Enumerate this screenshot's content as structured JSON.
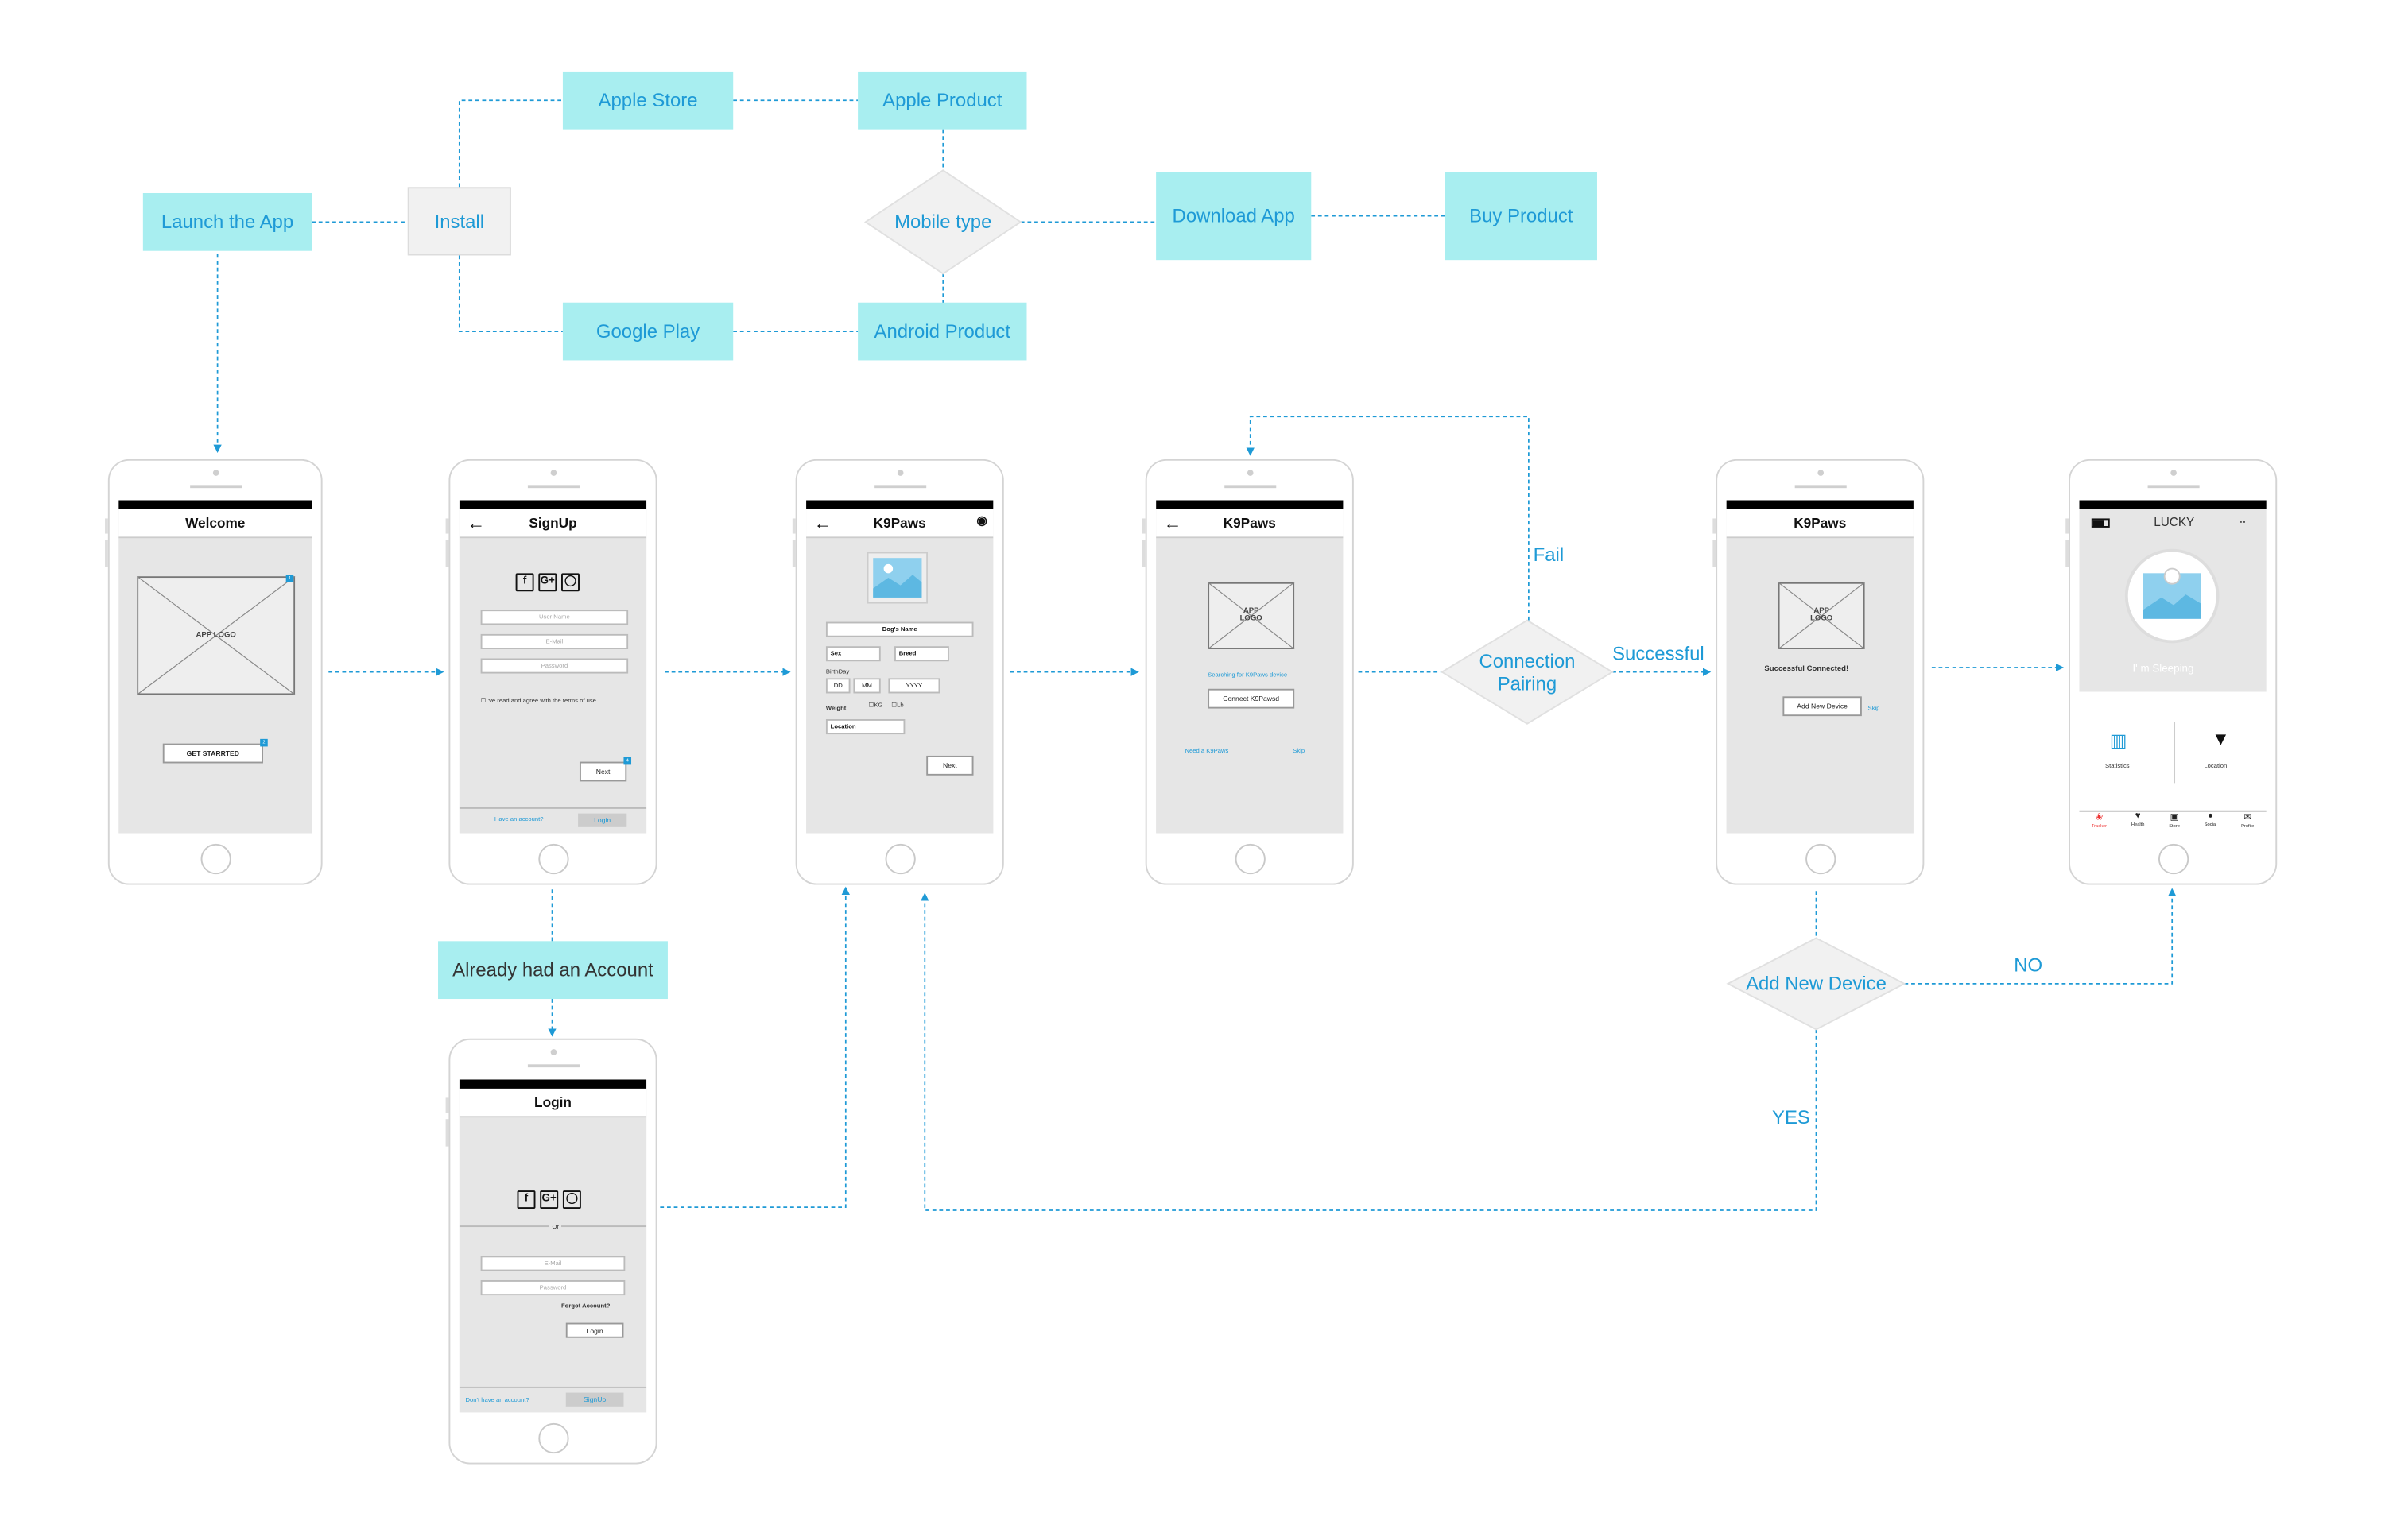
{
  "flow": {
    "launch": "Launch the App",
    "install": "Install",
    "apple_store": "Apple Store",
    "apple_product": "Apple Product",
    "mobile_type": "Mobile type",
    "google_play": "Google Play",
    "android_product": "Android Product",
    "download_app": "Download App",
    "buy_product": "Buy Product",
    "already_account": "Already had an Account",
    "connection_pairing": "Connection Pairing",
    "add_new_device": "Add New Device",
    "fail": "Fail",
    "successful": "Successful",
    "no": "NO",
    "yes": "YES"
  },
  "welcome": {
    "title": "Welcome",
    "logo": "APP LOGO",
    "cta": "GET STARRTED"
  },
  "signup": {
    "title": "SignUp",
    "user_name": "User Name",
    "email": "E-Mail",
    "password": "Password",
    "terms": "I've read and agree with the terms of use.",
    "next": "Next",
    "have_account": "Have an account?",
    "login": "Login"
  },
  "profile": {
    "title": "K9Paws",
    "dog_name": "Dog's Name",
    "sex": "Sex",
    "breed": "Breed",
    "birthday": "BirthDay",
    "dd": "DD",
    "mm": "MM",
    "yyyy": "YYYY",
    "weight": "Weight",
    "kg": "KG",
    "lb": "Lb",
    "location": "Location",
    "next": "Next"
  },
  "pairing": {
    "title": "K9Paws",
    "logo": "APP LOGO",
    "searching": "Searching for K9Paws device",
    "connect": "Connect K9Pawsd",
    "need": "Need a K9Paws",
    "skip": "Skip"
  },
  "connected": {
    "title": "K9Paws",
    "logo": "APP LOGO",
    "success": "Successful Connected!",
    "add_device": "Add New Device",
    "skip": "Skip"
  },
  "home": {
    "dog": "LUCKY",
    "status": "I' m Sleeping",
    "statistics": "Statistics",
    "location": "Location",
    "tabs": [
      "Tracker",
      "Health",
      "Store",
      "Social",
      "Profile"
    ]
  },
  "login": {
    "title": "Login",
    "or": "Or",
    "email": "E-Mail",
    "password": "Password",
    "forgot": "Forgot  Account?",
    "login_btn": "Login",
    "no_account": "Don't have an account?",
    "signup": "SignUp"
  },
  "colors": {
    "accent": "#1e9ad6",
    "box_fill": "#a8eef0",
    "screen": "#e6e6e6"
  }
}
